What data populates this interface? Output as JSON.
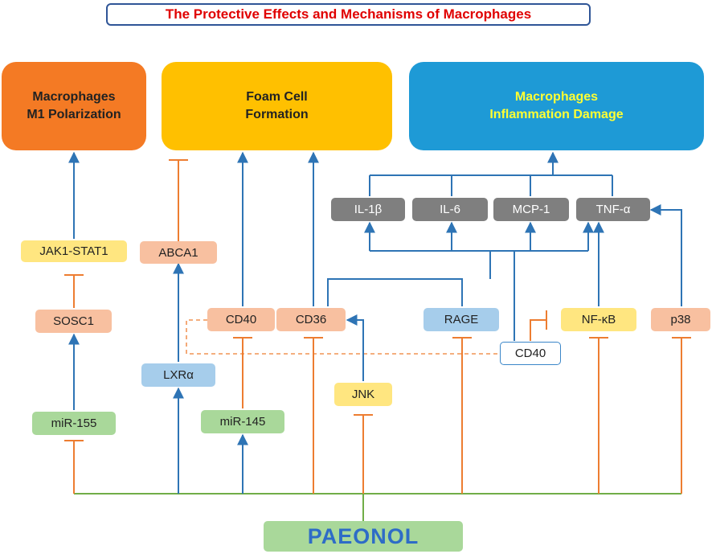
{
  "title": "The Protective Effects and Mechanisms of Macrophages",
  "colors": {
    "activation_arrow": "#2e74b5",
    "inhibition_line": "#ed7d31",
    "paeonol_bus": "#70ad47",
    "title_text": "#e00000",
    "m1_box": "#f47a24",
    "foam_box": "#ffc000",
    "inflammation_box": "#1e9ad6",
    "inflammation_text": "#ffff33"
  },
  "outcomes": {
    "m1": {
      "line1": "Macrophages",
      "line2": "M1 Polarization"
    },
    "foam": {
      "line1": "Foam Cell",
      "line2": "Formation"
    },
    "inflammation": {
      "line1": "Macrophages",
      "line2": "Inflammation Damage"
    }
  },
  "cytokines": {
    "il1b": "IL-1β",
    "il6": "IL-6",
    "mcp1": "MCP-1",
    "tnfa": "TNF-α"
  },
  "nodes": {
    "jak1_stat1": "JAK1-STAT1",
    "sosc1": "SOSC1",
    "mir155": "miR-155",
    "abca1": "ABCA1",
    "lxra": "LXRα",
    "cd40_upper": "CD40",
    "mir145": "miR-145",
    "cd36": "CD36",
    "jnk": "JNK",
    "rage": "RAGE",
    "cd40_lower": "CD40",
    "nfkb": "NF-κB",
    "p38": "p38"
  },
  "source": "PAEONOL"
}
